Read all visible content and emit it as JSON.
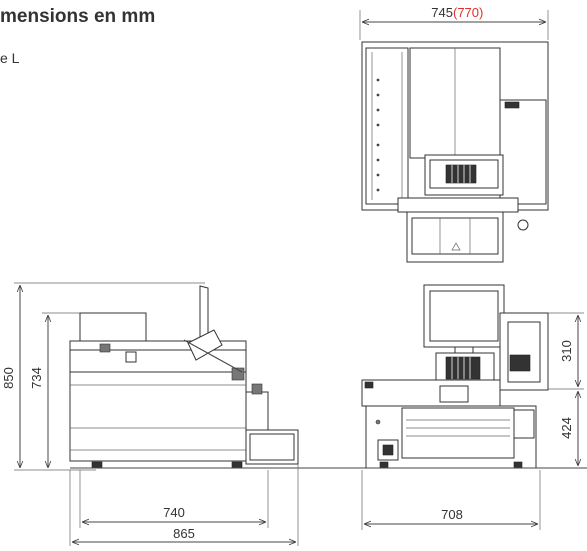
{
  "header": {
    "title": "mensions en mm",
    "subtitle": "e L"
  },
  "dimensions": {
    "top_width": "745",
    "top_width_alt": "(770)",
    "side_height_total": "850",
    "side_height_inner": "734",
    "side_depth_inner": "740",
    "side_depth_total": "865",
    "front_width": "708",
    "front_upper_height": "310",
    "front_lower_height": "424"
  },
  "colors": {
    "line": "#444444",
    "alt_dimension": "#e0302c"
  }
}
